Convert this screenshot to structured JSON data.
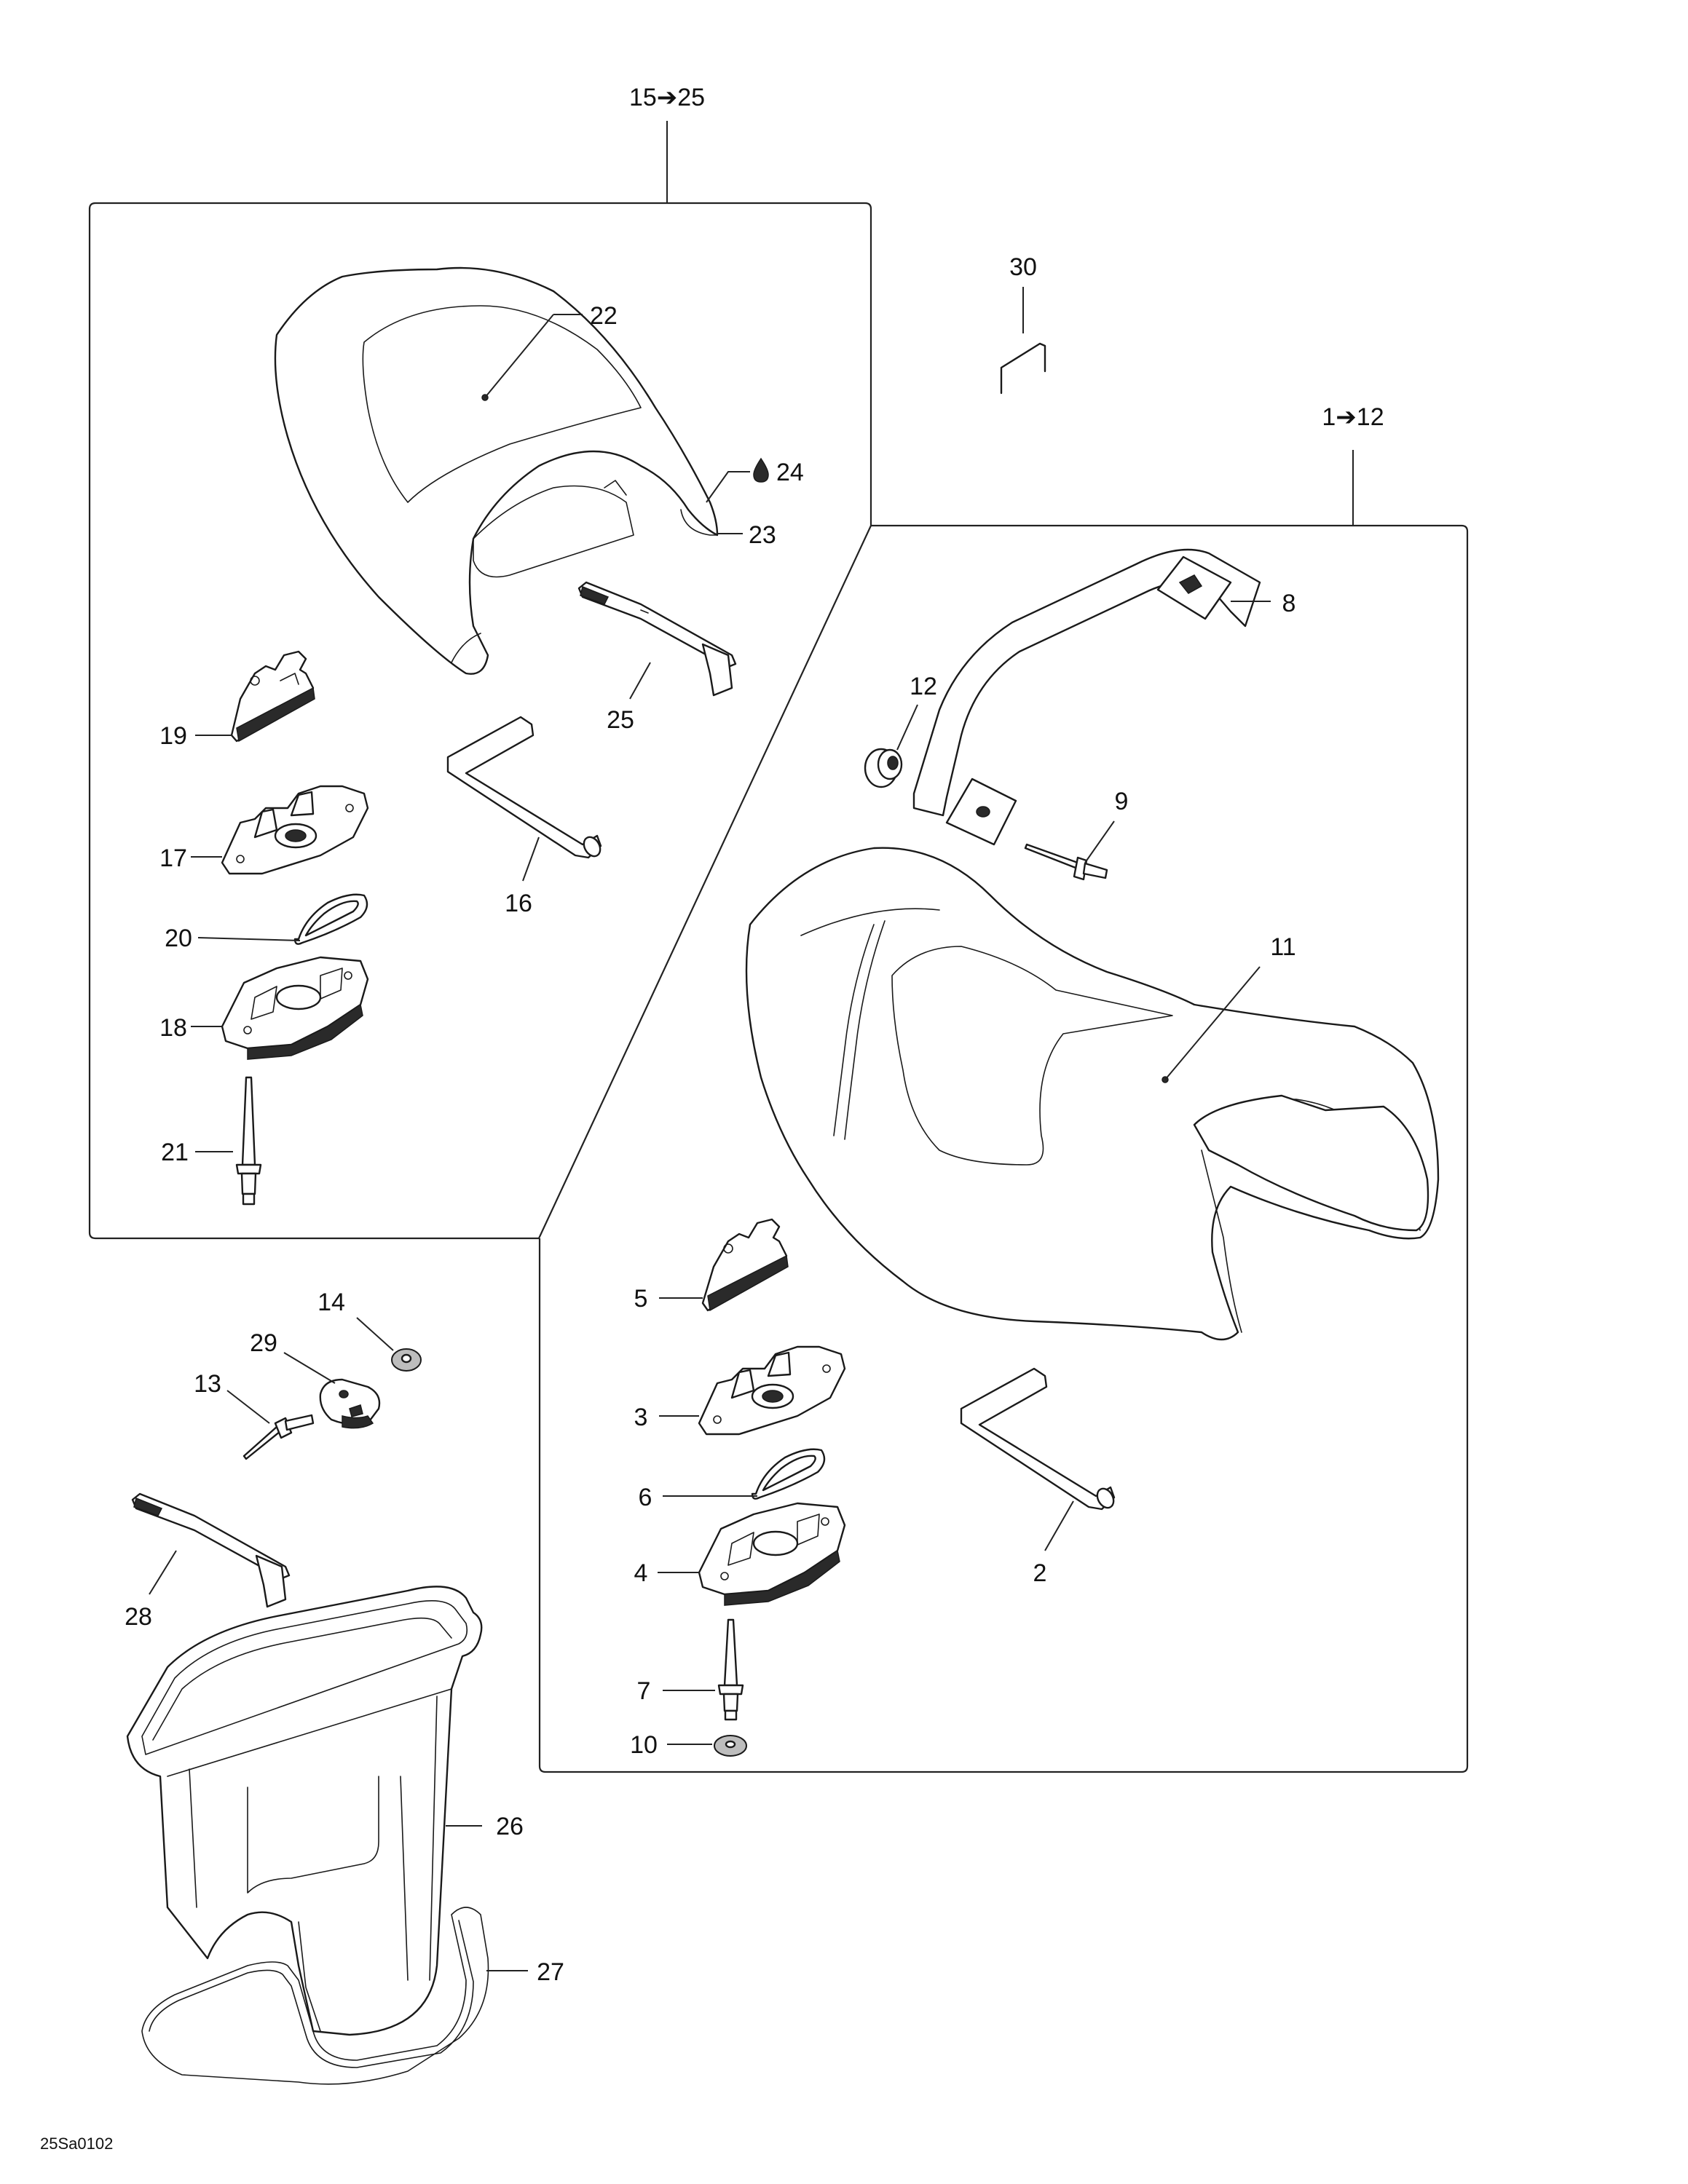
{
  "group_labels": {
    "rear_seat_group": "15➔25",
    "front_seat_group": "1➔12",
    "part_30": "30"
  },
  "callouts": {
    "c1": "2",
    "c2": "3",
    "c3": "4",
    "c4": "5",
    "c5": "6",
    "c6": "7",
    "c7": "8",
    "c8": "9",
    "c9": "10",
    "c10": "11",
    "c11": "12",
    "c12": "13",
    "c13": "14",
    "c14": "16",
    "c15": "17",
    "c16": "18",
    "c17": "19",
    "c18": "20",
    "c19": "21",
    "c20": "22",
    "c21": "23",
    "c22": "24",
    "c23": "25",
    "c24": "26",
    "c25": "27",
    "c26": "28",
    "c27": "29"
  },
  "drawing_code": "25Sa0102",
  "icons": {
    "part_24_marker": "drop-icon"
  }
}
